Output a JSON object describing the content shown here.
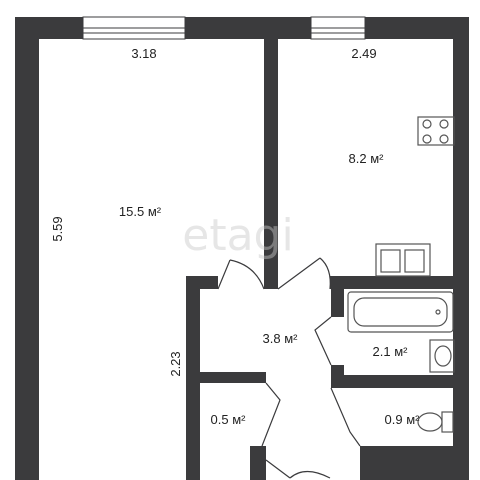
{
  "watermark": "etagi",
  "dimensions": {
    "living_width": "3.18",
    "kitchen_width": "2.49",
    "living_length": "5.59",
    "hall_length": "2.23"
  },
  "rooms": {
    "living": "15.5 м²",
    "kitchen": "8.2 м²",
    "hall": "3.8 м²",
    "bathroom": "2.1 м²",
    "closet": "0.5 м²",
    "toilet": "0.9 м²"
  },
  "colors": {
    "wall": "#3b3b3d",
    "floor": "#ffffff"
  },
  "icons": [
    "window-icon",
    "stove-icon",
    "kitchen-sink-icon",
    "bathtub-icon",
    "washbasin-icon",
    "toilet-icon",
    "door-swing-icon"
  ]
}
